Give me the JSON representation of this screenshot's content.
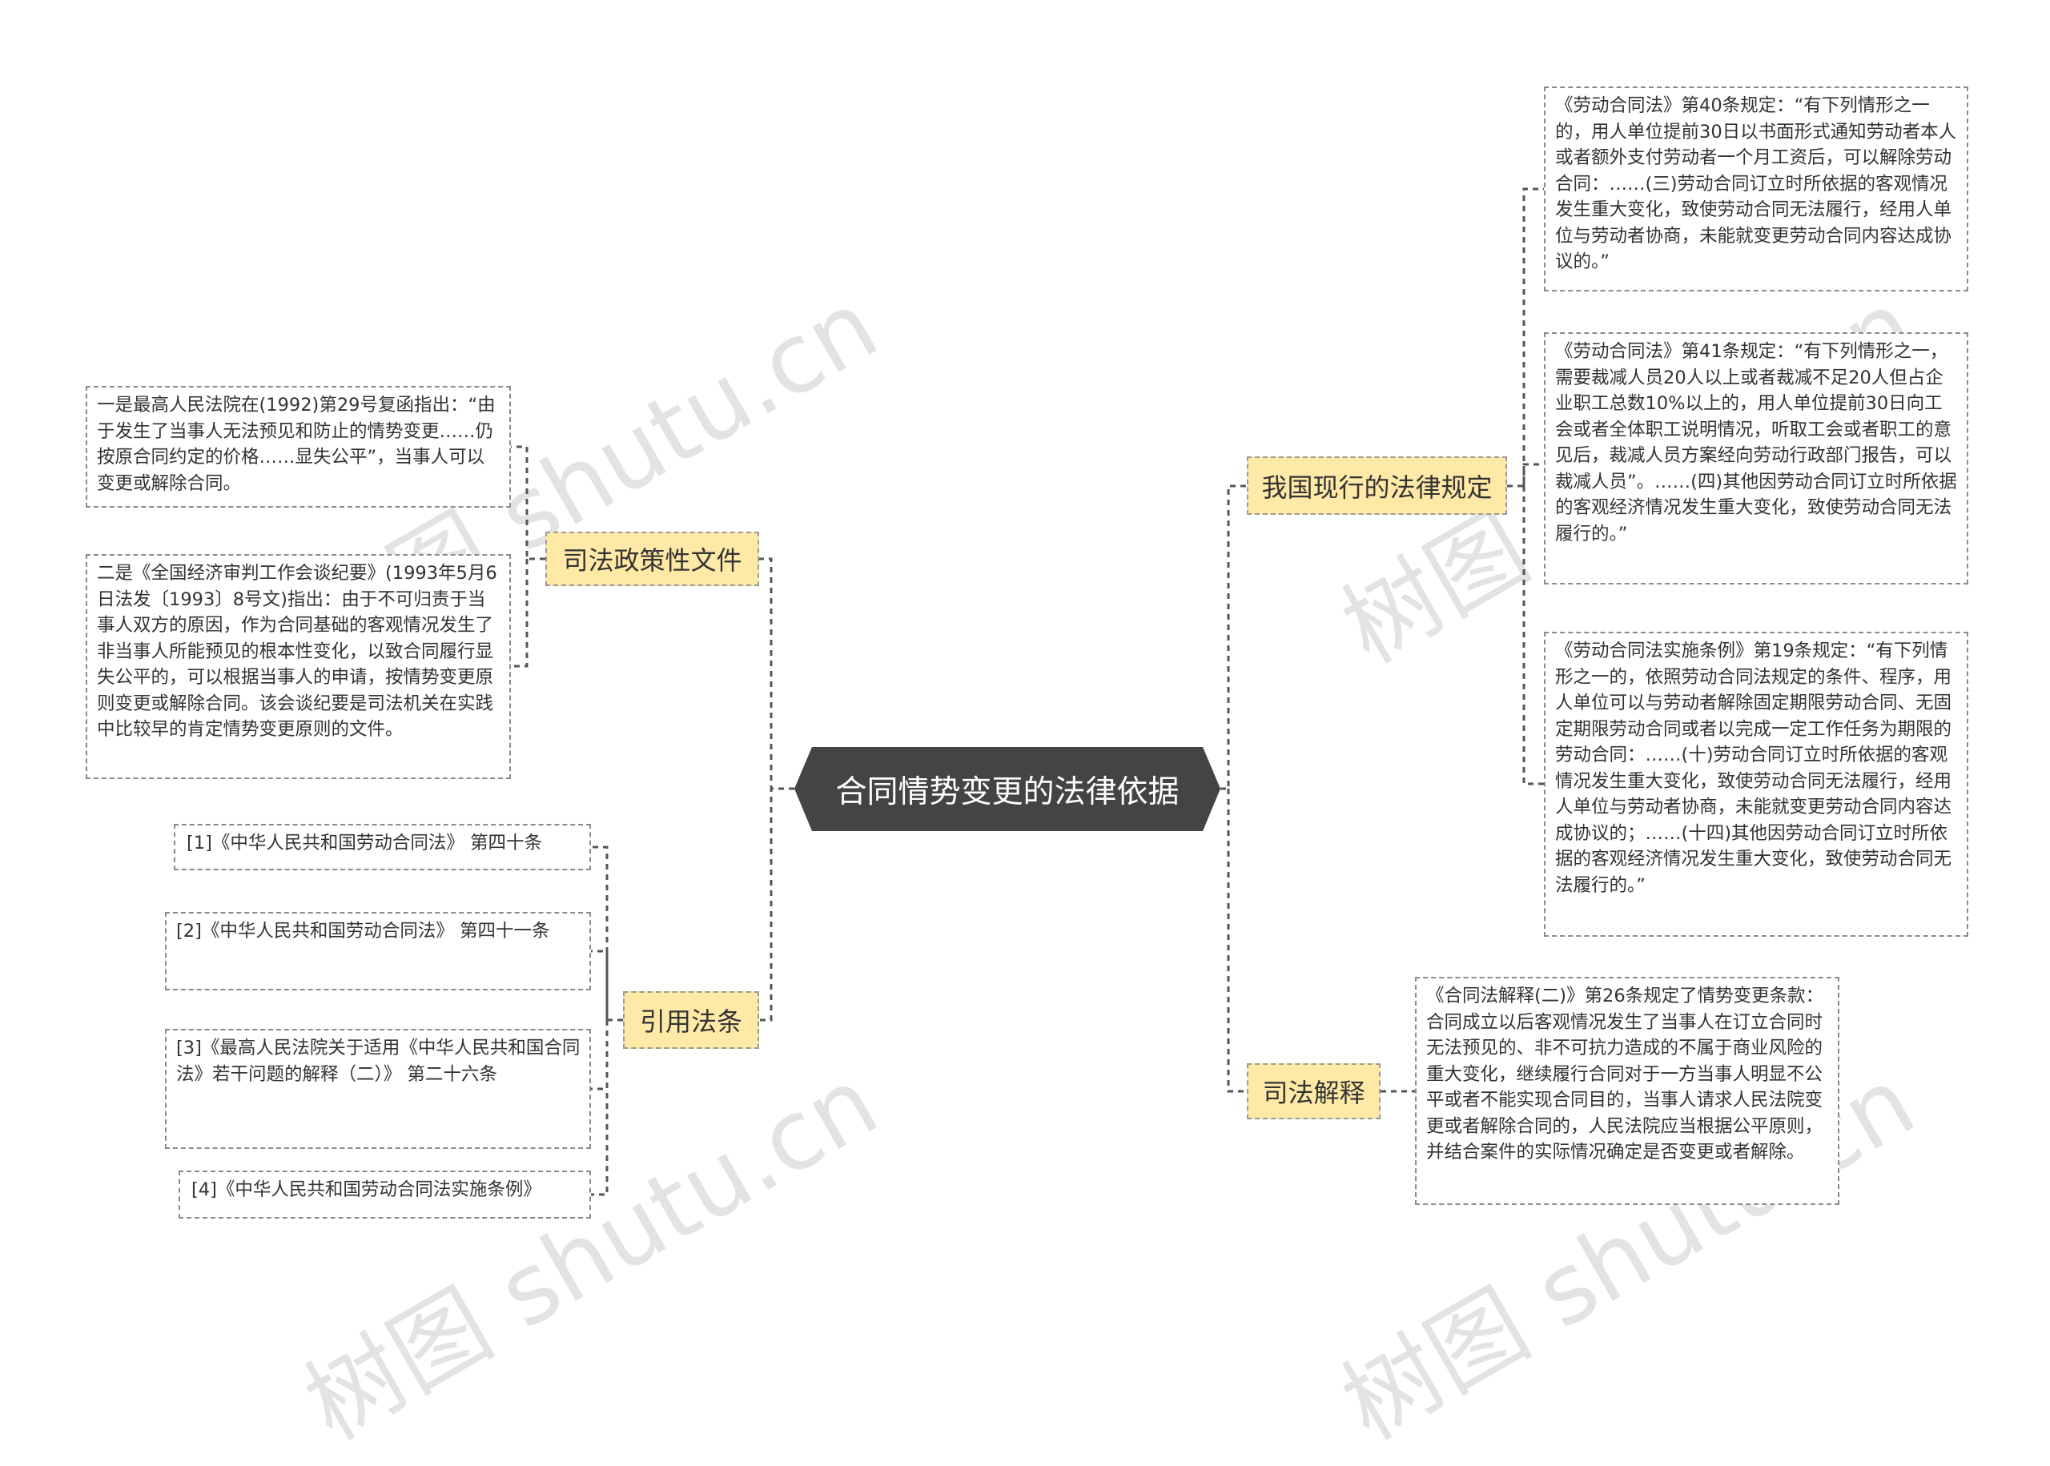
{
  "watermark_text": "树图 shutu.cn",
  "center": {
    "label": "合同情势变更的法律依据"
  },
  "branches": {
    "judicial_policy": {
      "label": "司法政策性文件",
      "items": [
        "一是最高人民法院在(1992)第29号复函指出：“由于发生了当事人无法预见和防止的情势变更……仍按原合同约定的价格……显失公平”，当事人可以变更或解除合同。",
        "二是《全国经济审判工作会谈纪要》(1993年5月6日法发〔1993〕8号文)指出：由于不可归责于当事人双方的原因，作为合同基础的客观情况发生了非当事人所能预见的根本性变化，以致合同履行显失公平的，可以根据当事人的申请，按情势变更原则变更或解除合同。该会谈纪要是司法机关在实践中比较早的肯定情势变更原则的文件。"
      ]
    },
    "cited_laws": {
      "label": "引用法条",
      "items": [
        "[1]《中华人民共和国劳动合同法》 第四十条",
        "[2]《中华人民共和国劳动合同法》 第四十一条",
        "[3]《最高人民法院关于适用《中华人民共和国合同法》若干问题的解释（二）》 第二十六条",
        "[4]《中华人民共和国劳动合同法实施条例》"
      ]
    },
    "current_laws": {
      "label": "我国现行的法律规定",
      "items": [
        "《劳动合同法》第40条规定：“有下列情形之一的，用人单位提前30日以书面形式通知劳动者本人或者额外支付劳动者一个月工资后，可以解除劳动合同：……(三)劳动合同订立时所依据的客观情况发生重大变化，致使劳动合同无法履行，经用人单位与劳动者协商，未能就变更劳动合同内容达成协议的。”",
        "《劳动合同法》第41条规定：“有下列情形之一，需要裁减人员20人以上或者裁减不足20人但占企业职工总数10%以上的，用人单位提前30日向工会或者全体职工说明情况，听取工会或者职工的意见后，裁减人员方案经向劳动行政部门报告，可以裁减人员”。……(四)其他因劳动合同订立时所依据的客观经济情况发生重大变化，致使劳动合同无法履行的。”",
        "《劳动合同法实施条例》第19条规定：“有下列情形之一的，依照劳动合同法规定的条件、程序，用人单位可以与劳动者解除固定期限劳动合同、无固定期限劳动合同或者以完成一定工作任务为期限的劳动合同：……(十)劳动合同订立时所依据的客观情况发生重大变化，致使劳动合同无法履行，经用人单位与劳动者协商，未能就变更劳动合同内容达成协议的；……(十四)其他因劳动合同订立时所依据的客观经济情况发生重大变化，致使劳动合同无法履行的。”"
      ]
    },
    "judicial_interpretation": {
      "label": "司法解释",
      "items": [
        "《合同法解释(二)》第26条规定了情势变更条款：合同成立以后客观情况发生了当事人在订立合同时无法预见的、非不可抗力造成的不属于商业风险的重大变化，继续履行合同对于一方当事人明显不公平或者不能实现合同目的，当事人请求人民法院变更或者解除合同的，人民法院应当根据公平原则，并结合案件的实际情况确定是否变更或者解除。"
      ]
    }
  }
}
